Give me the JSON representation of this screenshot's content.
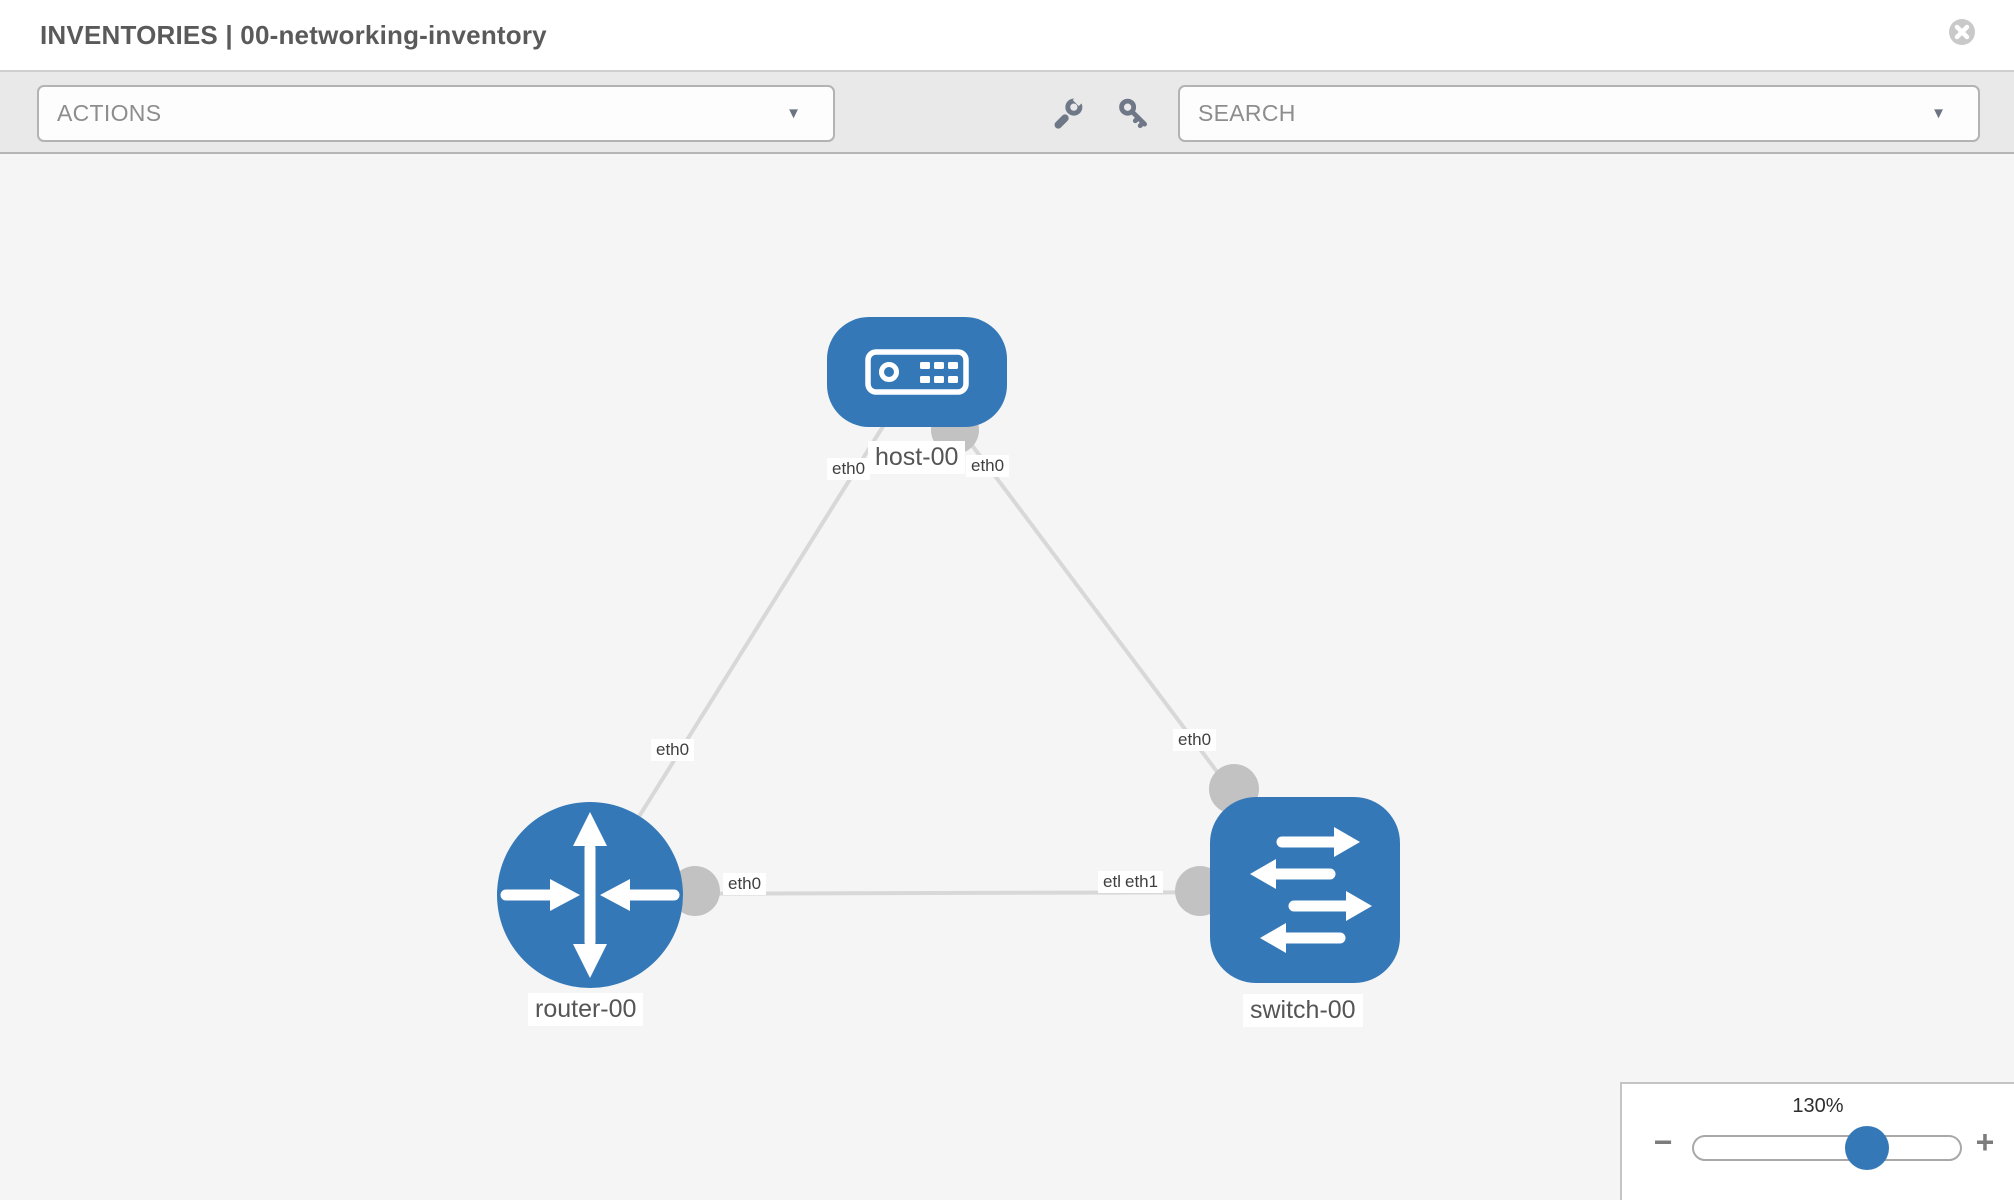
{
  "header": {
    "title": "INVENTORIES | 00-networking-inventory"
  },
  "toolbar": {
    "actions_label": "ACTIONS",
    "search_placeholder": "SEARCH"
  },
  "icons": {
    "caret_glyph": "▼",
    "close_glyph": "✕"
  },
  "topology": {
    "nodes": [
      {
        "label": "host-00",
        "type": "host"
      },
      {
        "label": "router-00",
        "type": "router"
      },
      {
        "label": "switch-00",
        "type": "switch"
      }
    ],
    "interface_labels": {
      "host_router_host_side": "eth0",
      "host_switch_host_side": "eth0",
      "host_router_router_side": "eth0",
      "host_switch_switch_side": "eth0",
      "router_switch_router_side": "eth0",
      "router_switch_switch_side_back": "eth0",
      "router_switch_switch_side_front": "eth1"
    }
  },
  "zoom_control": {
    "level": "130%",
    "minus_label": "−",
    "plus_label": "+"
  },
  "colors": {
    "accent_blue": "#3578b8",
    "canvas_bg": "#f5f5f5",
    "toolbar_bg": "#e9e9e9",
    "link_gray": "#d8d8d8",
    "dot_gray": "#c2c2c2",
    "icon_gray": "#6e7887",
    "title_text": "#5a5a5a"
  }
}
